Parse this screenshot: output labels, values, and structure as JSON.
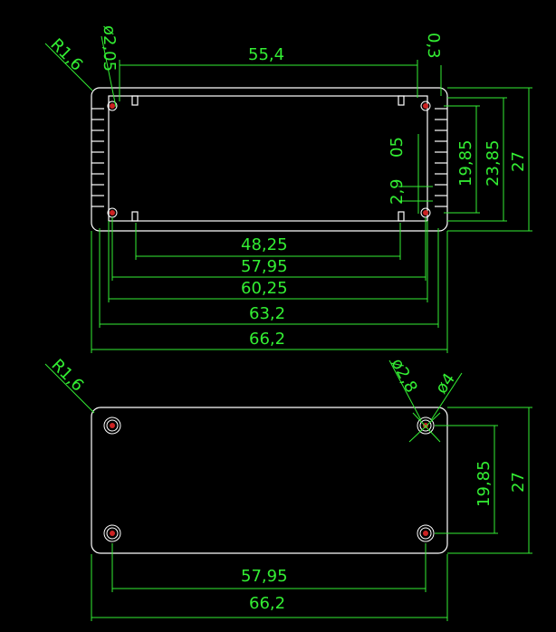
{
  "colors": {
    "background": "#000000",
    "outline": "#ffffff",
    "dimension": "#33ee33",
    "hole": "#ff3333"
  },
  "top_view": {
    "radius_label": "R1,6",
    "hole_dia_label": "ø2,05",
    "dim_top_width": "55,4",
    "dim_top_gap": "0,3",
    "dim_48": "48,25",
    "dim_57": "57,95",
    "dim_60": "60,25",
    "dim_63": "63,2",
    "dim_66": "66,2",
    "dim_v_2_9": "2,9",
    "dim_v_05": "05",
    "dim_v_1985": "19,85",
    "dim_v_2385": "23,85",
    "dim_v_27": "27"
  },
  "bottom_view": {
    "radius_label": "R1,6",
    "hole_dia_label": "ø2,8",
    "head_dia_label": "ø4",
    "dim_v_1985": "19,85",
    "dim_v_27": "27",
    "dim_57": "57,95",
    "dim_66": "66,2"
  }
}
